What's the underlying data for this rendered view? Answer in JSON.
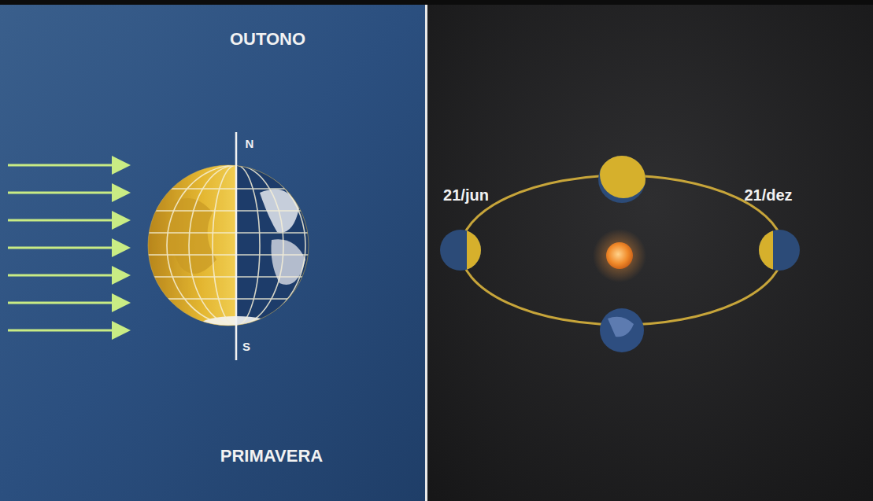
{
  "diagram": {
    "labels": [
      "OUTONO",
      "N",
      "S",
      "PRIMAVERA",
      "21/jun",
      "21/dez"
    ]
  }
}
